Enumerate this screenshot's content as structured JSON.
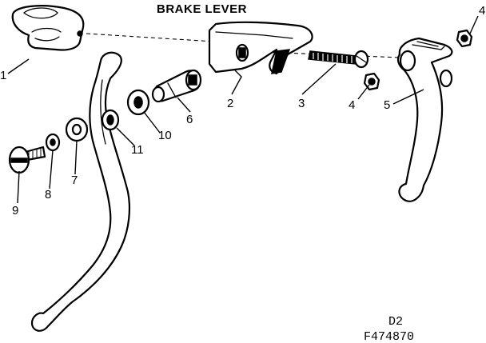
{
  "title": "BRAKE LEVER",
  "callouts": [
    {
      "id": "1",
      "text": "1"
    },
    {
      "id": "2",
      "text": "2"
    },
    {
      "id": "3",
      "text": "3"
    },
    {
      "id": "4a",
      "text": "4"
    },
    {
      "id": "4b",
      "text": "4"
    },
    {
      "id": "5",
      "text": "5"
    },
    {
      "id": "6",
      "text": "6"
    },
    {
      "id": "7",
      "text": "7"
    },
    {
      "id": "8",
      "text": "8"
    },
    {
      "id": "9",
      "text": "9"
    },
    {
      "id": "10",
      "text": "10"
    },
    {
      "id": "11",
      "text": "11"
    }
  ],
  "footer": {
    "sheet": "D2",
    "figure_number": "F474870"
  }
}
